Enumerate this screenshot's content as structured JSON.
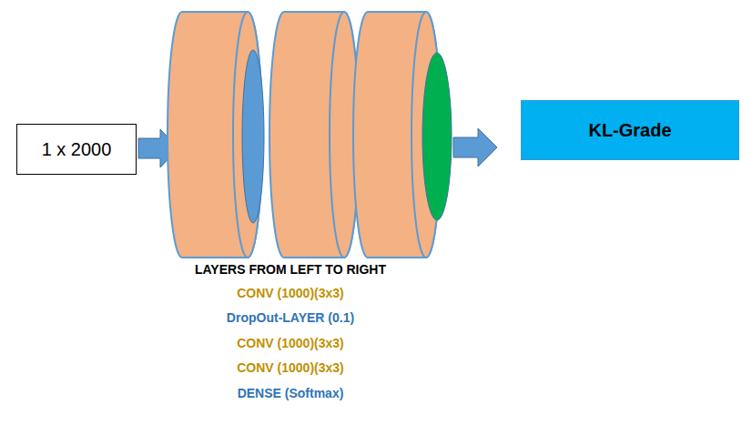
{
  "diagram": {
    "nodes": [
      {
        "text": [
          "1 x 2000"
        ]
      },
      {
        "text": [
          "KL-Grade"
        ]
      }
    ],
    "labels": [
      "LAYERS FROM LEFT TO RIGHT",
      "CONV (1000)(3x3)",
      "DropOut-LAYER (0.1)",
      "CONV (1000)(3x3)",
      "CONV (1000)(3x3)",
      "DENSE (Softmax)"
    ]
  }
}
